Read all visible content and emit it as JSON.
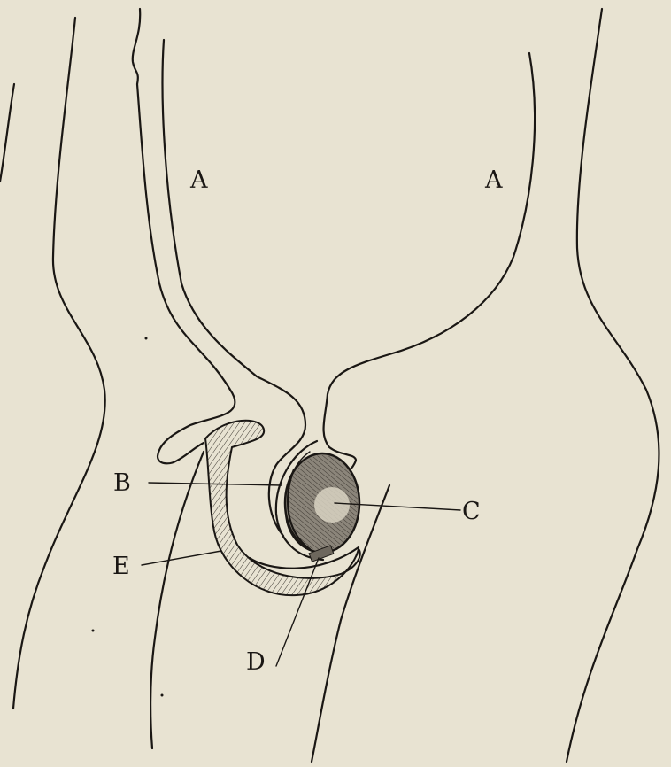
{
  "figure": {
    "labels": {
      "a_left": "A",
      "a_right": "A",
      "b": "B",
      "c": "C",
      "d": "D",
      "e": "E"
    }
  }
}
